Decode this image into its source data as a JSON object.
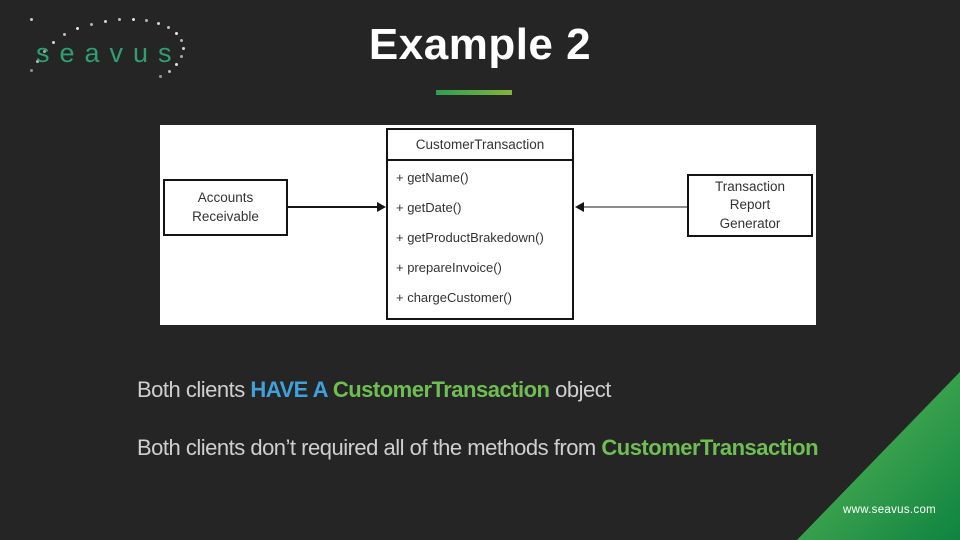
{
  "slide": {
    "logo_text": "seavus",
    "title": "Example 2",
    "footer_url": "www.seavus.com"
  },
  "diagram": {
    "class_box": {
      "name": "CustomerTransaction",
      "methods": [
        "+ getName()",
        "+ getDate()",
        "+ getProductBrakedown()",
        "+ prepareInvoice()",
        "+ chargeCustomer()"
      ]
    },
    "left_client": "Accounts Receivable",
    "right_client": "Transaction Report Generator"
  },
  "body": {
    "line1": {
      "prefix": "Both clients ",
      "highlight_blue": "HAVE A ",
      "highlight_green": "CustomerTransaction",
      "suffix": " object"
    },
    "line2": {
      "prefix": "Both clients don’t required all of the methods from ",
      "highlight_green": "CustomerTransaction"
    }
  },
  "colors": {
    "background": "#252525",
    "accent_green": "#6fbe53",
    "accent_blue": "#41a0d9",
    "logo_green": "#2f9e73",
    "underline_gradient": [
      "#2e9e52",
      "#83b43d"
    ],
    "corner_gradient": [
      "#74c663",
      "#0f8340"
    ]
  }
}
